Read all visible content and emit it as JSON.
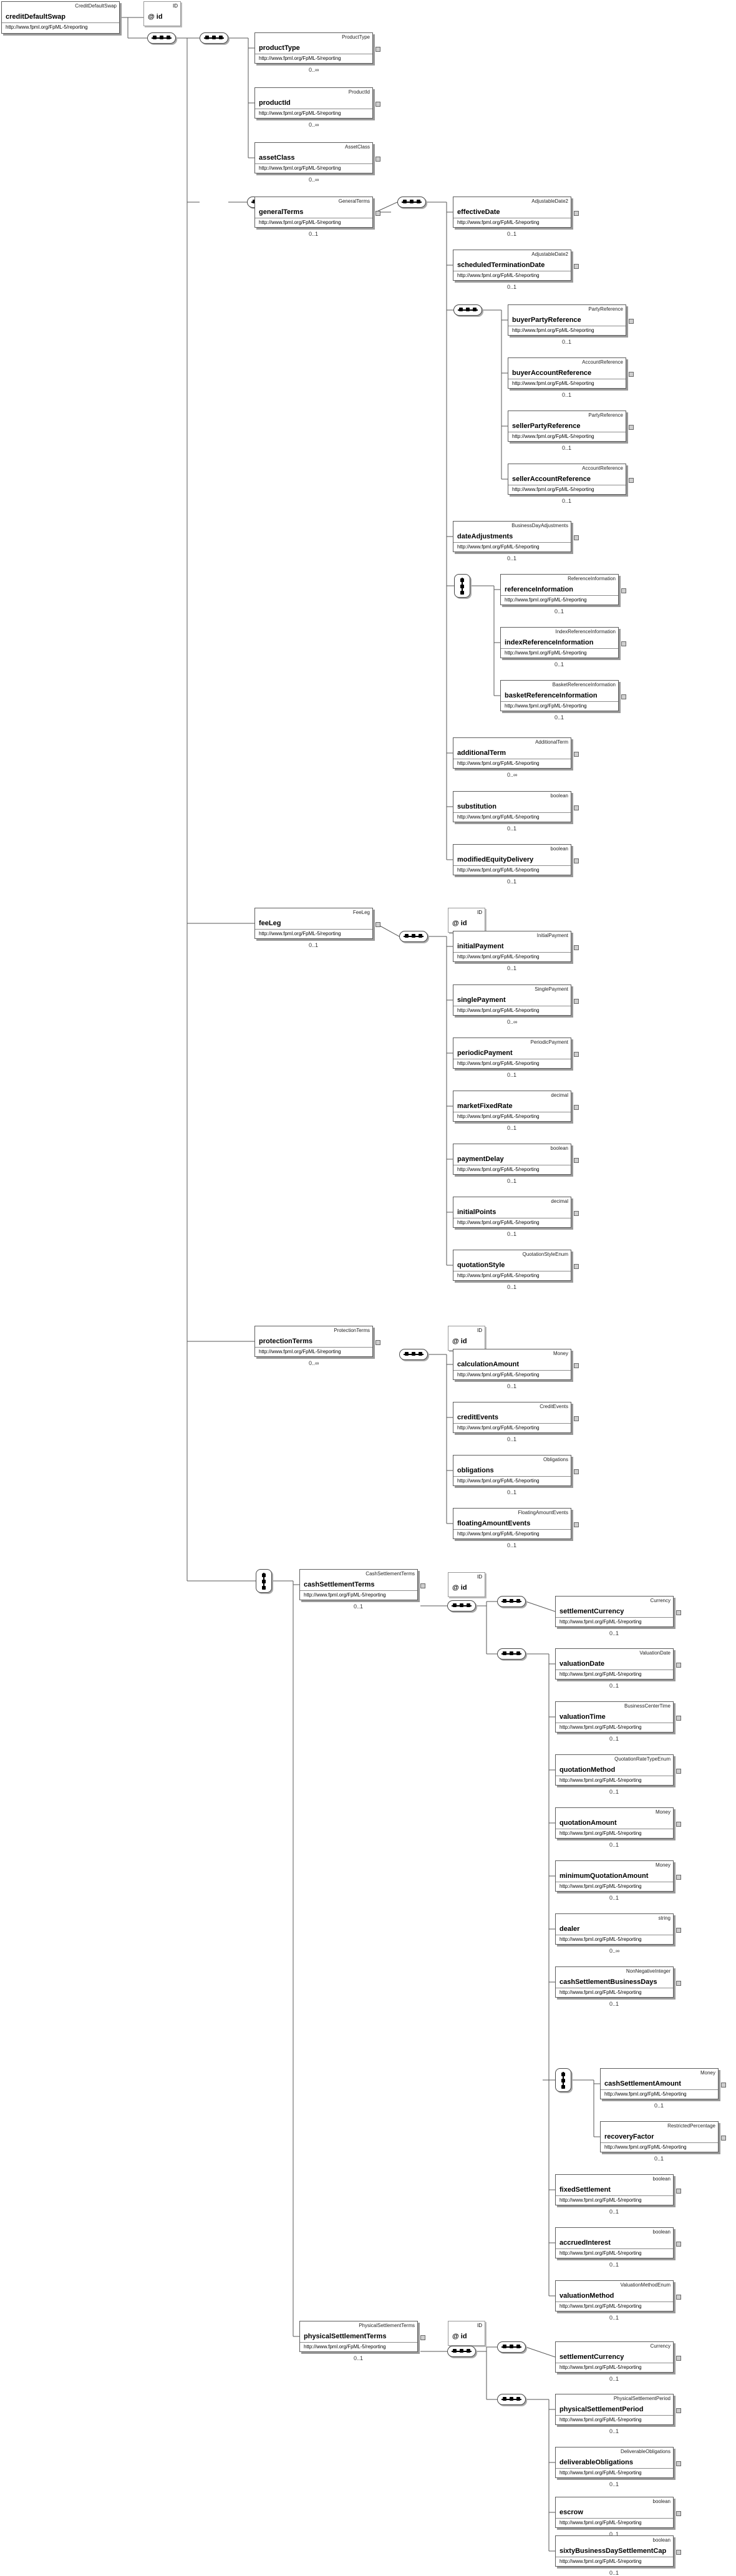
{
  "namespace": "http://www.fpml.org/FpML-5/reporting",
  "root": {
    "type": "CreditDefaultSwap",
    "name": "creditDefaultSwap"
  },
  "attr_id": "@ id",
  "attr_id_type": "ID",
  "cards": {
    "opt": "0..1",
    "many": "0..∞"
  },
  "boxes": [
    {
      "key": "productType",
      "type": "ProductType",
      "name": "productType",
      "card": "0..∞"
    },
    {
      "key": "productId",
      "type": "ProductId",
      "name": "productId",
      "card": "0..∞"
    },
    {
      "key": "assetClass",
      "type": "AssetClass",
      "name": "assetClass",
      "card": "0..∞"
    },
    {
      "key": "generalTerms",
      "type": "GeneralTerms",
      "name": "generalTerms",
      "card": "0..1"
    },
    {
      "key": "effectiveDate",
      "type": "AdjustableDate2",
      "name": "effectiveDate",
      "card": "0..1"
    },
    {
      "key": "scheduledTerminationDate",
      "type": "AdjustableDate2",
      "name": "scheduledTerminationDate",
      "card": "0..1"
    },
    {
      "key": "buyerPartyReference",
      "type": "PartyReference",
      "name": "buyerPartyReference",
      "card": "0..1"
    },
    {
      "key": "buyerAccountReference",
      "type": "AccountReference",
      "name": "buyerAccountReference",
      "card": "0..1"
    },
    {
      "key": "sellerPartyReference",
      "type": "PartyReference",
      "name": "sellerPartyReference",
      "card": "0..1"
    },
    {
      "key": "sellerAccountReference",
      "type": "AccountReference",
      "name": "sellerAccountReference",
      "card": "0..1"
    },
    {
      "key": "dateAdjustments",
      "type": "BusinessDayAdjustments",
      "name": "dateAdjustments",
      "card": "0..1"
    },
    {
      "key": "referenceInformation",
      "type": "ReferenceInformation",
      "name": "referenceInformation",
      "card": "0..1"
    },
    {
      "key": "indexReferenceInformation",
      "type": "IndexReferenceInformation",
      "name": "indexReferenceInformation",
      "card": "0..1"
    },
    {
      "key": "basketReferenceInformation",
      "type": "BasketReferenceInformation",
      "name": "basketReferenceInformation",
      "card": "0..1"
    },
    {
      "key": "additionalTerm",
      "type": "AdditionalTerm",
      "name": "additionalTerm",
      "card": "0..∞"
    },
    {
      "key": "substitution",
      "type": "boolean",
      "name": "substitution",
      "card": "0..1"
    },
    {
      "key": "modifiedEquityDelivery",
      "type": "boolean",
      "name": "modifiedEquityDelivery",
      "card": "0..1"
    },
    {
      "key": "feeLeg",
      "type": "FeeLeg",
      "name": "feeLeg",
      "card": "0..1"
    },
    {
      "key": "initialPayment",
      "type": "InitialPayment",
      "name": "initialPayment",
      "card": "0..1"
    },
    {
      "key": "singlePayment",
      "type": "SinglePayment",
      "name": "singlePayment",
      "card": "0..∞"
    },
    {
      "key": "periodicPayment",
      "type": "PeriodicPayment",
      "name": "periodicPayment",
      "card": "0..1"
    },
    {
      "key": "marketFixedRate",
      "type": "decimal",
      "name": "marketFixedRate",
      "card": "0..1"
    },
    {
      "key": "paymentDelay",
      "type": "boolean",
      "name": "paymentDelay",
      "card": "0..1"
    },
    {
      "key": "initialPoints",
      "type": "decimal",
      "name": "initialPoints",
      "card": "0..1"
    },
    {
      "key": "quotationStyle",
      "type": "QuotationStyleEnum",
      "name": "quotationStyle",
      "card": "0..1"
    },
    {
      "key": "protectionTerms",
      "type": "ProtectionTerms",
      "name": "protectionTerms",
      "card": "0..∞"
    },
    {
      "key": "calculationAmount",
      "type": "Money",
      "name": "calculationAmount",
      "card": "0..1"
    },
    {
      "key": "creditEvents",
      "type": "CreditEvents",
      "name": "creditEvents",
      "card": "0..1"
    },
    {
      "key": "obligations",
      "type": "Obligations",
      "name": "obligations",
      "card": "0..1"
    },
    {
      "key": "floatingAmountEvents",
      "type": "FloatingAmountEvents",
      "name": "floatingAmountEvents",
      "card": "0..1"
    },
    {
      "key": "cashSettlementTerms",
      "type": "CashSettlementTerms",
      "name": "cashSettlementTerms",
      "card": "0..1"
    },
    {
      "key": "settlementCurrency1",
      "type": "Currency",
      "name": "settlementCurrency",
      "card": "0..1"
    },
    {
      "key": "valuationDate",
      "type": "ValuationDate",
      "name": "valuationDate",
      "card": "0..1"
    },
    {
      "key": "valuationTime",
      "type": "BusinessCenterTime",
      "name": "valuationTime",
      "card": "0..1"
    },
    {
      "key": "quotationMethod",
      "type": "QuotationRateTypeEnum",
      "name": "quotationMethod",
      "card": "0..1"
    },
    {
      "key": "quotationAmount",
      "type": "Money",
      "name": "quotationAmount",
      "card": "0..1"
    },
    {
      "key": "minimumQuotationAmount",
      "type": "Money",
      "name": "minimumQuotationAmount",
      "card": "0..1"
    },
    {
      "key": "dealer",
      "type": "string",
      "name": "dealer",
      "card": "0..∞"
    },
    {
      "key": "cashSettlementBusinessDays",
      "type": "NonNegativeInteger",
      "name": "cashSettlementBusinessDays",
      "card": "0..1"
    },
    {
      "key": "cashSettlementAmount",
      "type": "Money",
      "name": "cashSettlementAmount",
      "card": "0..1"
    },
    {
      "key": "recoveryFactor",
      "type": "RestrictedPercentage",
      "name": "recoveryFactor",
      "card": "0..1"
    },
    {
      "key": "fixedSettlement",
      "type": "boolean",
      "name": "fixedSettlement",
      "card": "0..1"
    },
    {
      "key": "accruedInterest",
      "type": "boolean",
      "name": "accruedInterest",
      "card": "0..1"
    },
    {
      "key": "valuationMethod",
      "type": "ValuationMethodEnum",
      "name": "valuationMethod",
      "card": "0..1"
    },
    {
      "key": "physicalSettlementTerms",
      "type": "PhysicalSettlementTerms",
      "name": "physicalSettlementTerms",
      "card": "0..1"
    },
    {
      "key": "settlementCurrency2",
      "type": "Currency",
      "name": "settlementCurrency",
      "card": "0..1"
    },
    {
      "key": "physicalSettlementPeriod",
      "type": "PhysicalSettlementPeriod",
      "name": "physicalSettlementPeriod",
      "card": "0..1"
    },
    {
      "key": "deliverableObligations",
      "type": "DeliverableObligations",
      "name": "deliverableObligations",
      "card": "0..1"
    },
    {
      "key": "escrow",
      "type": "boolean",
      "name": "escrow",
      "card": "0..1"
    },
    {
      "key": "sixtyBusinessDaySettlementCap",
      "type": "boolean",
      "name": "sixtyBusinessDaySettlementCap",
      "card": "0..1"
    }
  ]
}
